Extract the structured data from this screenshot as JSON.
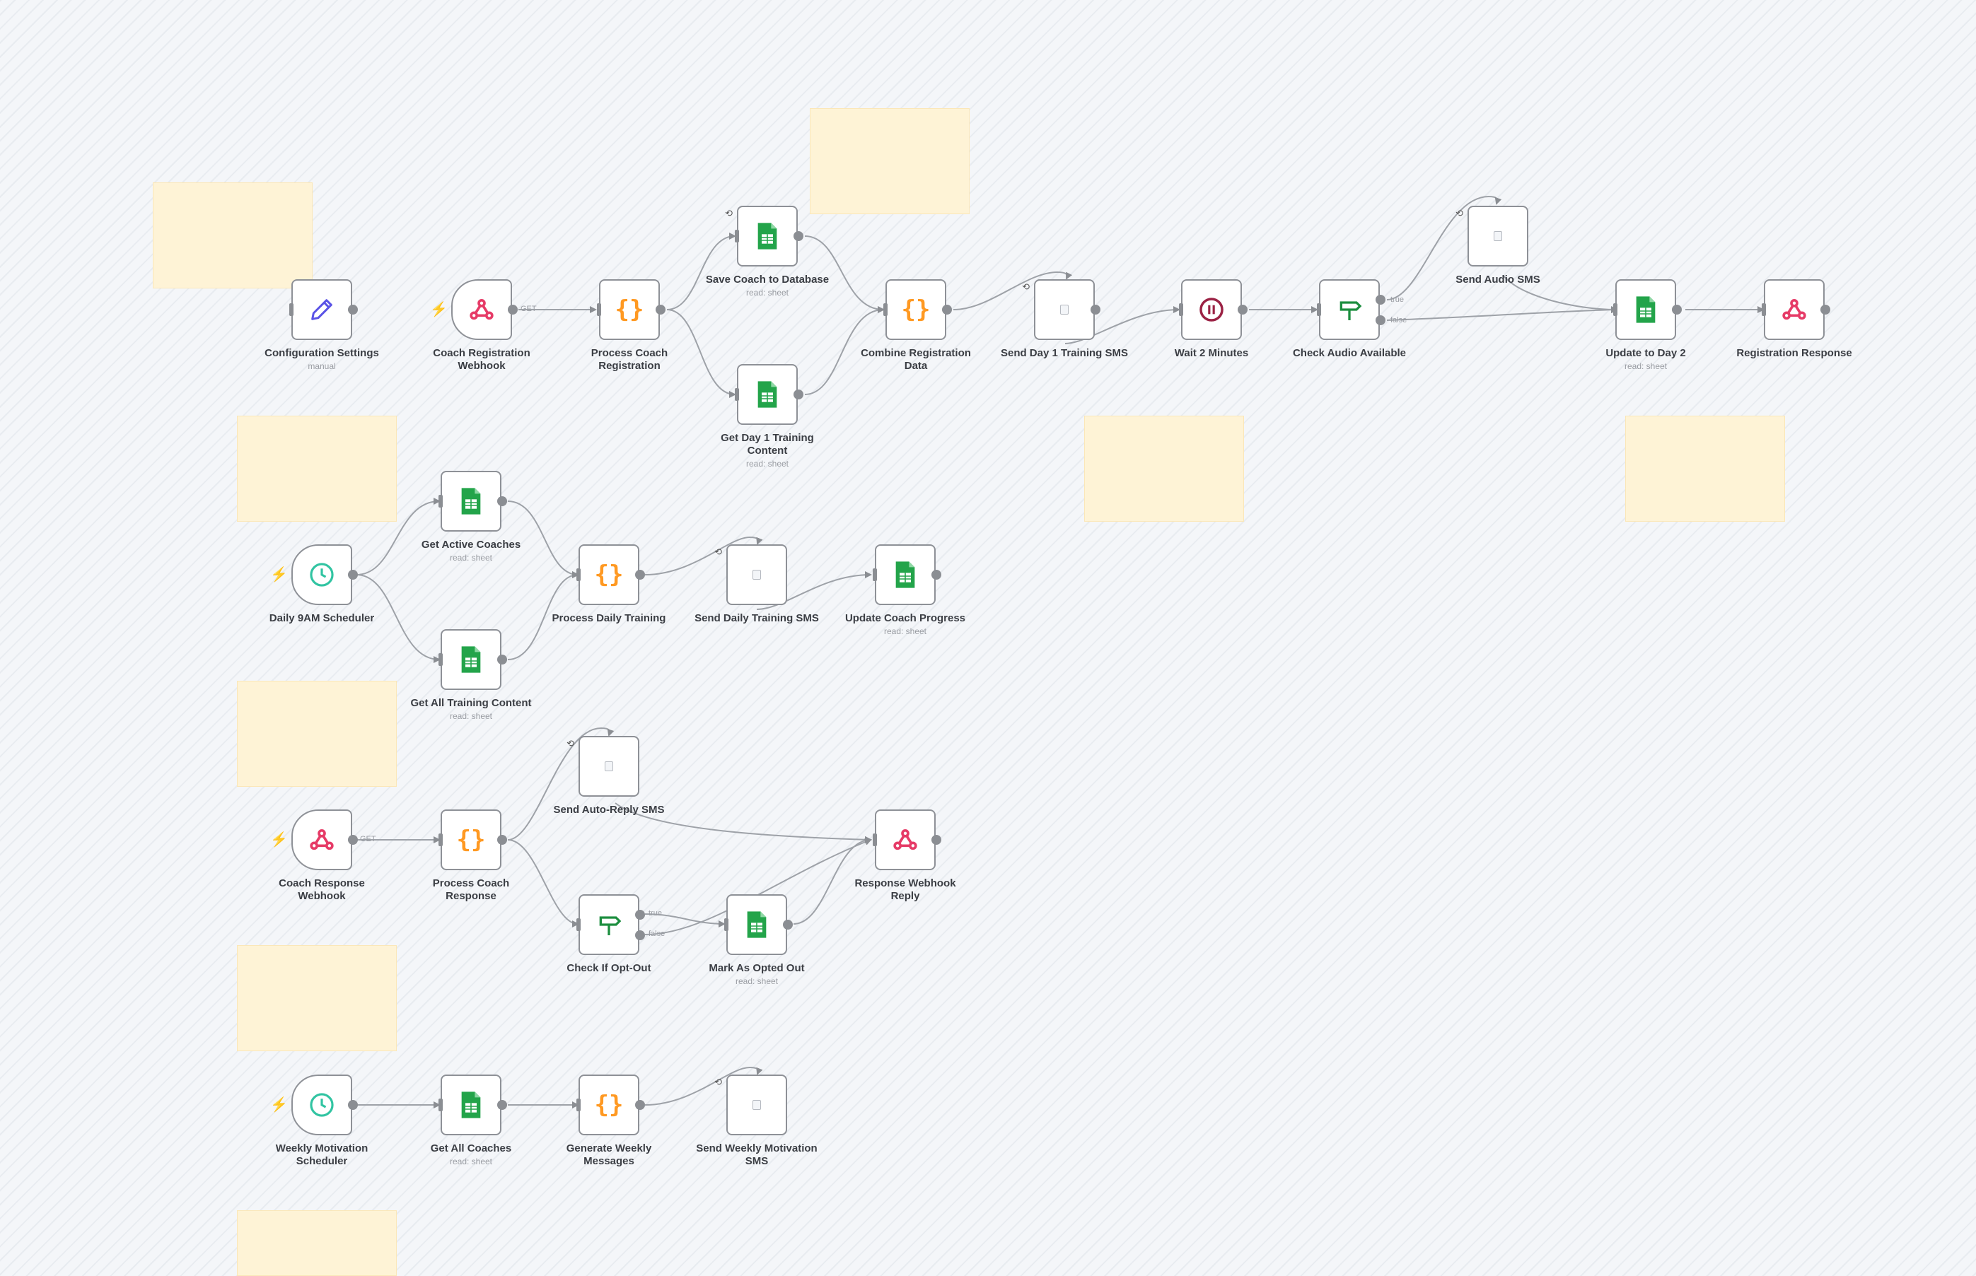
{
  "canvas": {
    "title": "n8n workflow editor canvas"
  },
  "colors": {
    "sheets": "#23a44a",
    "code": "#ff9922",
    "webhook": "#e63b67",
    "schedule": "#31c4a2",
    "set": "#5a53e6",
    "wait": "#9b2244",
    "if": "#1c8e3f",
    "sticky": "#fef3d6",
    "trigger_bolt": "#ff6d5a"
  },
  "nodes": {
    "config": {
      "label": "Configuration Settings",
      "sub": "manual",
      "icon": "pencil-icon"
    },
    "coach_reg_webhook": {
      "label": "Coach Registration\nWebhook",
      "icon": "webhook-icon"
    },
    "process_coach_reg": {
      "label": "Process Coach\nRegistration",
      "icon": "code-braces-icon"
    },
    "save_coach": {
      "label": "Save Coach to Database",
      "sub": "read: sheet",
      "icon": "google-sheets-icon"
    },
    "get_day1": {
      "label": "Get Day 1 Training\nContent",
      "sub": "read: sheet",
      "icon": "google-sheets-icon"
    },
    "combine_reg": {
      "label": "Combine Registration\nData",
      "icon": "code-braces-icon"
    },
    "send_day1": {
      "label": "Send Day 1 Training SMS",
      "icon": "broken-image-icon"
    },
    "wait2": {
      "label": "Wait 2 Minutes",
      "icon": "pause-icon"
    },
    "check_audio": {
      "label": "Check Audio Available",
      "icon": "signpost-icon"
    },
    "send_audio": {
      "label": "Send Audio SMS",
      "icon": "broken-image-icon"
    },
    "update_day2": {
      "label": "Update to Day 2",
      "sub": "read: sheet",
      "icon": "google-sheets-icon"
    },
    "reg_response": {
      "label": "Registration Response",
      "icon": "webhook-icon"
    },
    "daily_scheduler": {
      "label": "Daily 9AM Scheduler",
      "icon": "clock-icon"
    },
    "get_active": {
      "label": "Get Active Coaches",
      "sub": "read: sheet",
      "icon": "google-sheets-icon"
    },
    "get_all_training": {
      "label": "Get All Training Content",
      "sub": "read: sheet",
      "icon": "google-sheets-icon"
    },
    "process_daily": {
      "label": "Process Daily Training",
      "icon": "code-braces-icon"
    },
    "send_daily": {
      "label": "Send Daily Training SMS",
      "icon": "broken-image-icon"
    },
    "update_progress": {
      "label": "Update Coach Progress",
      "sub": "read: sheet",
      "icon": "google-sheets-icon"
    },
    "coach_resp_webhook": {
      "label": "Coach Response\nWebhook",
      "icon": "webhook-icon"
    },
    "process_resp": {
      "label": "Process Coach\nResponse",
      "icon": "code-braces-icon"
    },
    "send_autoreply": {
      "label": "Send Auto-Reply SMS",
      "icon": "broken-image-icon"
    },
    "check_optout": {
      "label": "Check If Opt-Out",
      "icon": "signpost-icon"
    },
    "mark_optout": {
      "label": "Mark As Opted Out",
      "sub": "read: sheet",
      "icon": "google-sheets-icon"
    },
    "resp_webhook_reply": {
      "label": "Response Webhook\nReply",
      "icon": "webhook-icon"
    },
    "weekly_scheduler": {
      "label": "Weekly Motivation\nScheduler",
      "icon": "clock-icon"
    },
    "get_all_coaches": {
      "label": "Get All Coaches",
      "sub": "read: sheet",
      "icon": "google-sheets-icon"
    },
    "gen_weekly": {
      "label": "Generate Weekly\nMessages",
      "icon": "code-braces-icon"
    },
    "send_weekly": {
      "label": "Send Weekly Motivation\nSMS",
      "icon": "broken-image-icon"
    }
  },
  "edge_labels": {
    "get": "GET",
    "true": "true",
    "false": "false"
  },
  "glyphs": {
    "bolt": "⚡",
    "sync": "⟲",
    "braces": "{}"
  }
}
